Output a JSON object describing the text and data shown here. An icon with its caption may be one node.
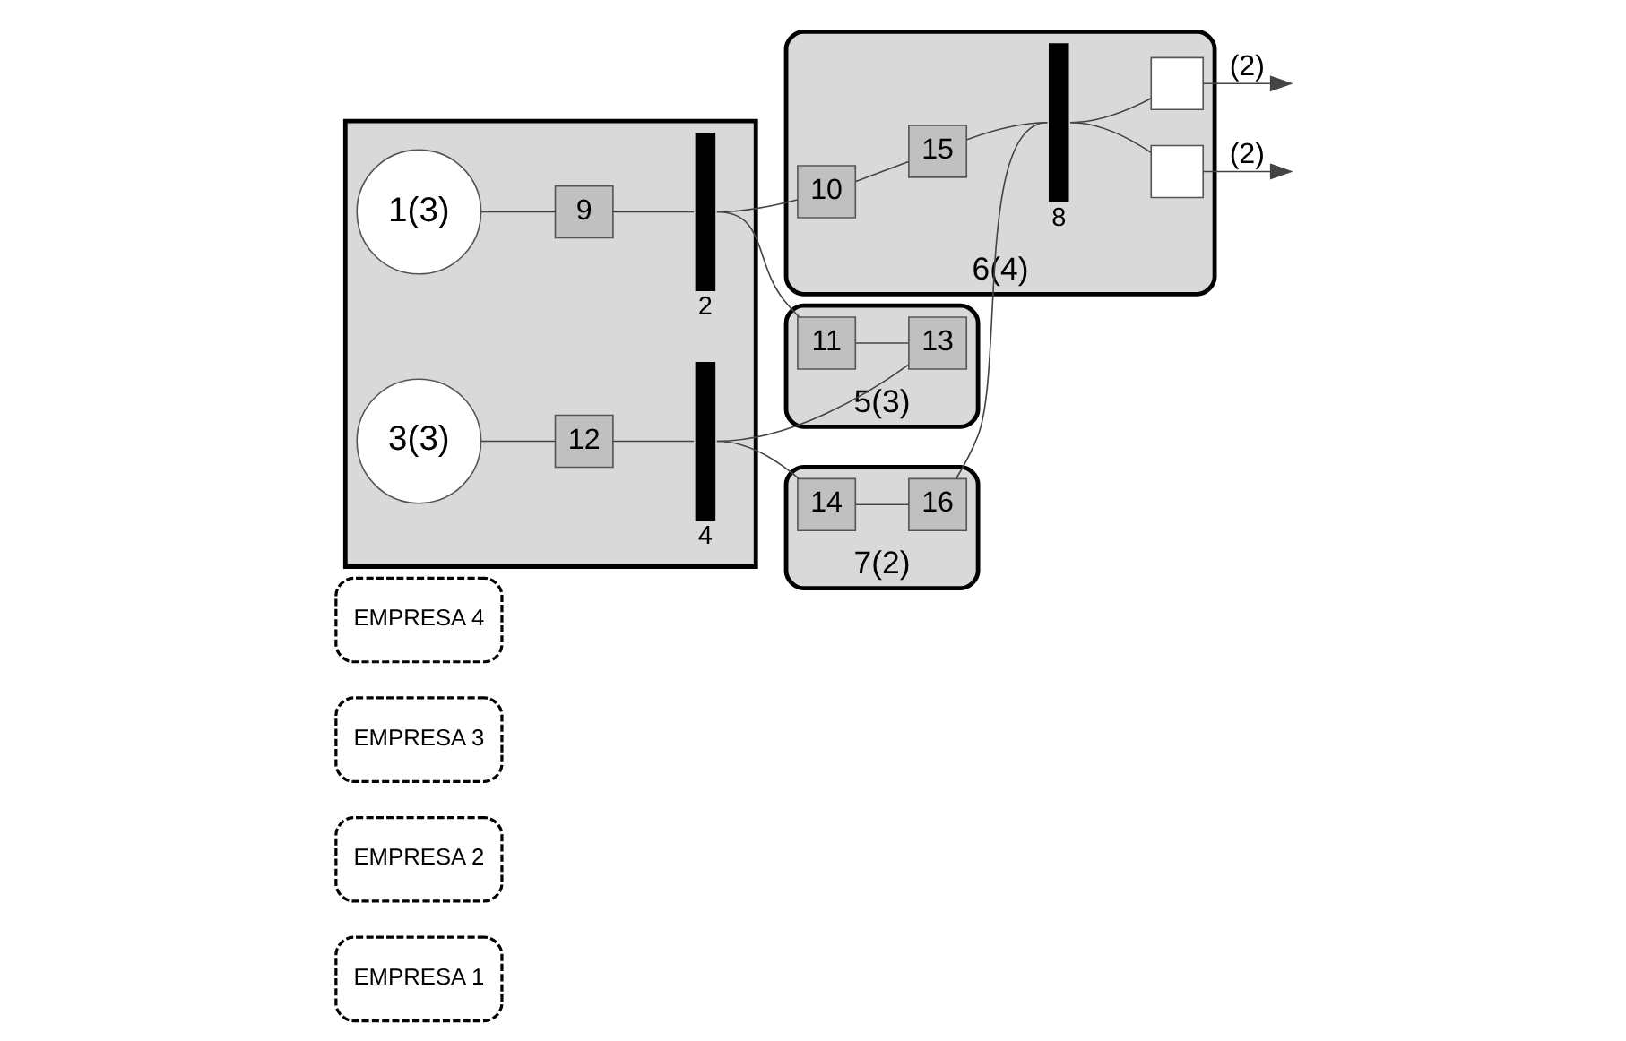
{
  "diagram": {
    "nodes": [
      {
        "text": [
          "EMPRESA 1"
        ]
      },
      {
        "text": [
          "EMPRESA 2"
        ]
      },
      {
        "text": [
          "EMPRESA 3"
        ]
      },
      {
        "text": [
          "EMPRESA 4"
        ]
      },
      {
        "text": [],
        "shape": "box"
      },
      {
        "text": [
          "1(3)"
        ],
        "in": 4
      },
      {
        "text": [
          "9"
        ],
        "in": 4
      },
      {
        "text": [],
        "shape": "bar",
        "beside": [
          "2"
        ],
        "in": 4
      },
      {
        "text": [
          "3(3)"
        ],
        "in": 4
      },
      {
        "text": [
          "12"
        ],
        "in": 4
      },
      {
        "text": [],
        "shape": "bar",
        "beside": [
          "4"
        ],
        "in": 4
      },
      {
        "text": [
          "6(4)"
        ]
      },
      {
        "text": [
          "10"
        ],
        "in": 11
      },
      {
        "text": [
          "15"
        ],
        "in": 11
      },
      {
        "text": [],
        "shape": "bar",
        "beside": [
          "8"
        ],
        "in": 11
      },
      {
        "text": [],
        "shape": "box",
        "in": 11
      },
      {
        "text": [],
        "shape": "box",
        "in": 11
      },
      {
        "text": [
          "5(3)"
        ]
      },
      {
        "text": [
          "11"
        ],
        "in": 17
      },
      {
        "text": [
          "13"
        ],
        "in": 17
      },
      {
        "text": [
          "7(2)"
        ]
      },
      {
        "text": [
          "14"
        ],
        "in": 20
      },
      {
        "text": [
          "16"
        ],
        "in": 20
      }
    ],
    "edges": [
      {
        "from": 5,
        "to": 6,
        "arrow": "none"
      },
      {
        "from": 6,
        "to": 7,
        "arrow": "none"
      },
      {
        "from": 7,
        "to": 12,
        "arrow": "none"
      },
      {
        "from": 7,
        "to": 18,
        "arrow": "none"
      },
      {
        "from": 18,
        "to": 19,
        "arrow": "none"
      },
      {
        "from": 12,
        "to": 13,
        "arrow": "none"
      },
      {
        "from": 13,
        "to": 14,
        "arrow": "none"
      },
      {
        "from": 14,
        "to": 15,
        "arrow": "none"
      },
      {
        "from": 15,
        "to": null,
        "arrow": "to",
        "label": "(2)"
      },
      {
        "from": 8,
        "to": 9,
        "arrow": "none"
      },
      {
        "from": 9,
        "to": 10,
        "arrow": "none"
      },
      {
        "from": 10,
        "to": 19,
        "arrow": "none"
      },
      {
        "from": 10,
        "to": 21,
        "arrow": "none"
      },
      {
        "from": 21,
        "to": 22,
        "arrow": "none"
      },
      {
        "from": 22,
        "to": 14,
        "arrow": "none"
      },
      {
        "from": 14,
        "to": 16,
        "arrow": "none"
      },
      {
        "from": 16,
        "to": null,
        "arrow": "to",
        "label": "(2)"
      }
    ]
  }
}
